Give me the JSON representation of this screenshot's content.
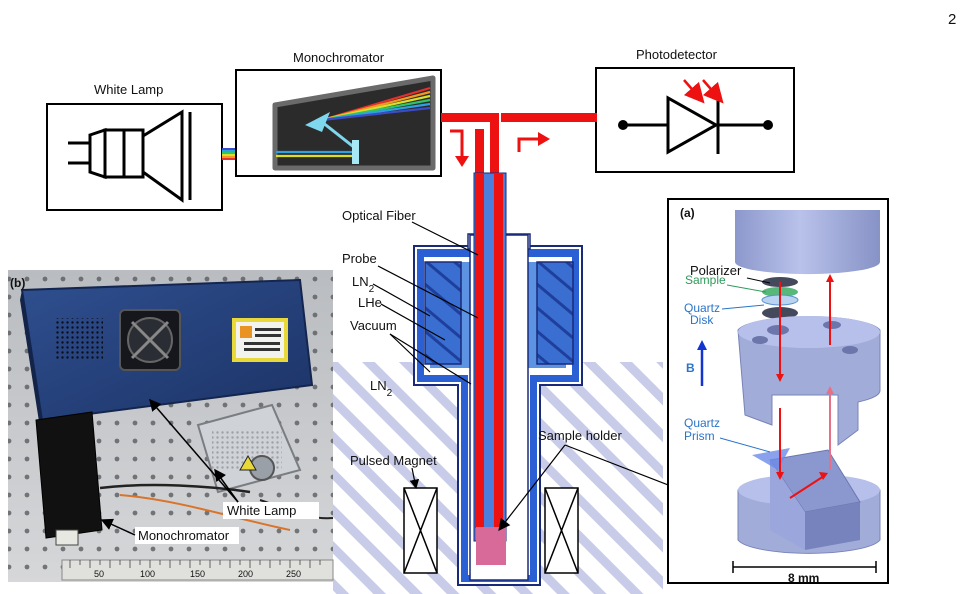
{
  "page_number": "2",
  "panels": {
    "white_lamp": "White Lamp",
    "monochromator": "Monochromator",
    "photodetector": "Photodetector"
  },
  "cryostat": {
    "optical_fiber": "Optical Fiber",
    "probe": "Probe",
    "ln2_inner_main": "LN",
    "ln2_inner_sub": "2",
    "lhe": "LHe",
    "vacuum": "Vacuum",
    "ln2_outer_main": "LN",
    "ln2_outer_sub": "2",
    "pulsed_magnet": "Pulsed Magnet",
    "sample_holder": "Sample holder"
  },
  "photo_panel": {
    "tag": "(b)",
    "white_lamp": "White Lamp",
    "monochromator": "Monochromator"
  },
  "inset_panel": {
    "tag": "(a)",
    "polarizer": "Polarizer",
    "sample": "Sample",
    "quartz_disk_line1": "Quartz",
    "quartz_disk_line2": "Disk",
    "b_field": "B",
    "quartz_prism_line1": "Quartz",
    "quartz_prism_line2": "Prism",
    "scale": "8 mm"
  },
  "ruler_numbers": [
    "50",
    "100",
    "150",
    "200",
    "250"
  ],
  "colors": {
    "beam_red": "#ee1111",
    "probe_blue": "#2b6fd6",
    "cryo_light_blue": "#5d93e3",
    "hatch": "#c9cce8",
    "part_grey_blue": "#9aa6d6",
    "sample_pink": "#d86a9a",
    "monochromator_body": "#5b5b5b"
  }
}
